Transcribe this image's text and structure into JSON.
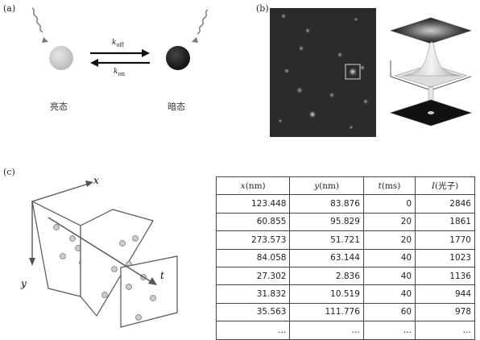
{
  "panels": {
    "a": "(a)",
    "b": "(b)",
    "c": "(c)"
  },
  "panel_a": {
    "bright_label": "亮态",
    "dark_label": "暗态",
    "k_off_symbol": "k",
    "k_off_sub": "off",
    "k_on_symbol": "k",
    "k_on_sub": "on",
    "bright_color": "#b9b9b9",
    "dark_color": "#111111"
  },
  "panel_c": {
    "axis_x": "x",
    "axis_y": "y",
    "axis_t": "t"
  },
  "table": {
    "headers": [
      {
        "var": "x",
        "unit": "(nm)"
      },
      {
        "var": "y",
        "unit": "(nm)"
      },
      {
        "var": "t",
        "unit": "(ms)"
      },
      {
        "var": "I",
        "unit": "(光子)"
      }
    ],
    "rows": [
      [
        "123.448",
        "83.876",
        "0",
        "2846"
      ],
      [
        "60.855",
        "95.829",
        "20",
        "1861"
      ],
      [
        "273.573",
        "51.721",
        "20",
        "1770"
      ],
      [
        "84.058",
        "63.144",
        "40",
        "1023"
      ],
      [
        "27.302",
        "2.836",
        "40",
        "1136"
      ],
      [
        "31.832",
        "10.519",
        "40",
        "944"
      ],
      [
        "35.563",
        "111.776",
        "60",
        "978"
      ],
      [
        "…",
        "…",
        "…",
        "…"
      ]
    ]
  }
}
